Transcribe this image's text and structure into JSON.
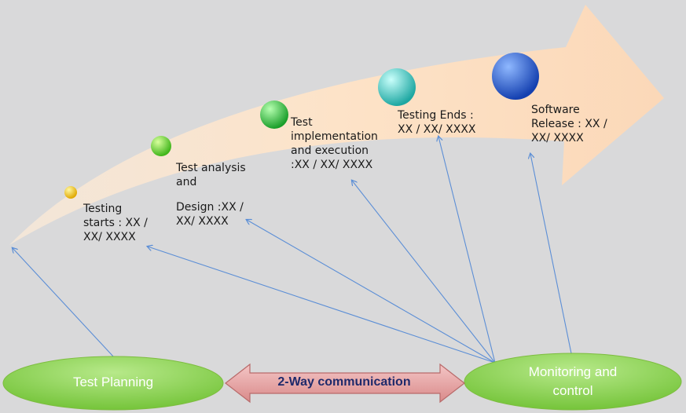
{
  "milestones": [
    {
      "label": "Testing\nstarts : XX /\nXX/ XXXX",
      "color": "#f2c200"
    },
    {
      "label_line1": "Test analysis\nand",
      "label_line2": "Design :XX /\nXX/ XXXX",
      "color": "#5fd42a"
    },
    {
      "label": "Test\nimplementation\nand execution\n:XX / XX/ XXXX",
      "color": "#2ecc40"
    },
    {
      "label": "Testing Ends :\nXX / XX/ XXXX",
      "color": "#3ec9c4"
    },
    {
      "label": "Software\nRelease : XX /\nXX/ XXXX",
      "color": "#2255cc"
    }
  ],
  "nodes": {
    "planning": "Test Planning",
    "monitoring": "Monitoring and\ncontrol",
    "communication": "2-Way communication"
  },
  "colors": {
    "background": "#d9d9da",
    "arrow_fill": "#fde3c8",
    "node_fill": "#8fd14f",
    "connector": "#5b8ed6",
    "comm_arrow": "#e8a4a4"
  }
}
